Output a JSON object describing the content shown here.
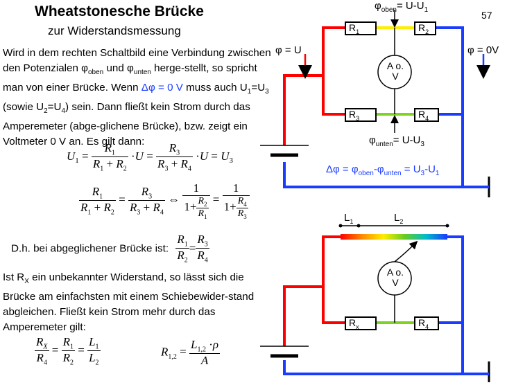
{
  "page": {
    "title": "Wheatstonesche Brücke",
    "subtitle": "zur Widerstandsmessung",
    "number": "57"
  },
  "text": {
    "intro_a": "Wird in dem rechten Schaltbild eine Verbindung zwischen den Potenzialen φ",
    "sub_oben": "oben",
    "intro_b": " und φ",
    "sub_unten": "unten",
    "intro_c": " herge-stellt, so spricht man von einer Brücke. Wenn ",
    "intro_delta": "Δφ = 0 V",
    "intro_d": " muss auch U",
    "intro_e": "=U",
    "intro_f": " (sowie U",
    "intro_g": "=U",
    "intro_h": ") sein. Dann fließt kein Strom durch das Amperemeter (abge-glichene Brücke), bzw. zeigt ein Voltmeter 0 V an. Es gilt dann:",
    "balanced": "D.h. bei abgeglichener Brücke ist:",
    "rx_a": "Ist R",
    "rx_sub": "X",
    "rx_b": " ein unbekannter Widerstand, so lässt sich die Brücke am einfachsten mit einem Schiebewider-stand abgleichen. Fließt kein Strom mehr durch das Amperemeter gilt:"
  },
  "circuit1": {
    "phi_left": "φ = U",
    "phi_right": "φ = 0V",
    "phi_top": "φ",
    "phi_top_sub": "oben",
    "phi_top_rest": "= U-U",
    "phi_bottom": "φ",
    "phi_bottom_sub": "unten",
    "phi_bottom_rest": "= U-U",
    "meter": "A o.",
    "meter2": "V",
    "delta": "Δφ = φ",
    "delta_sub1": "oben",
    "delta_mid": "-φ",
    "delta_sub2": "unten",
    "delta_rest": " = U",
    "delta_rest2": "-U",
    "R1": "R",
    "R2": "R",
    "R3": "R",
    "R4": "R"
  },
  "circuit2": {
    "L1": "L",
    "L2": "L",
    "meter": "A o.",
    "meter2": "V",
    "Rx": "R",
    "Rx_sub": "x",
    "R4": "R"
  },
  "colors": {
    "red": "#ff0000",
    "blue": "#1a3cff",
    "green": "#7ed321",
    "yellow": "#ffee00",
    "accent": "#1a3cff"
  }
}
